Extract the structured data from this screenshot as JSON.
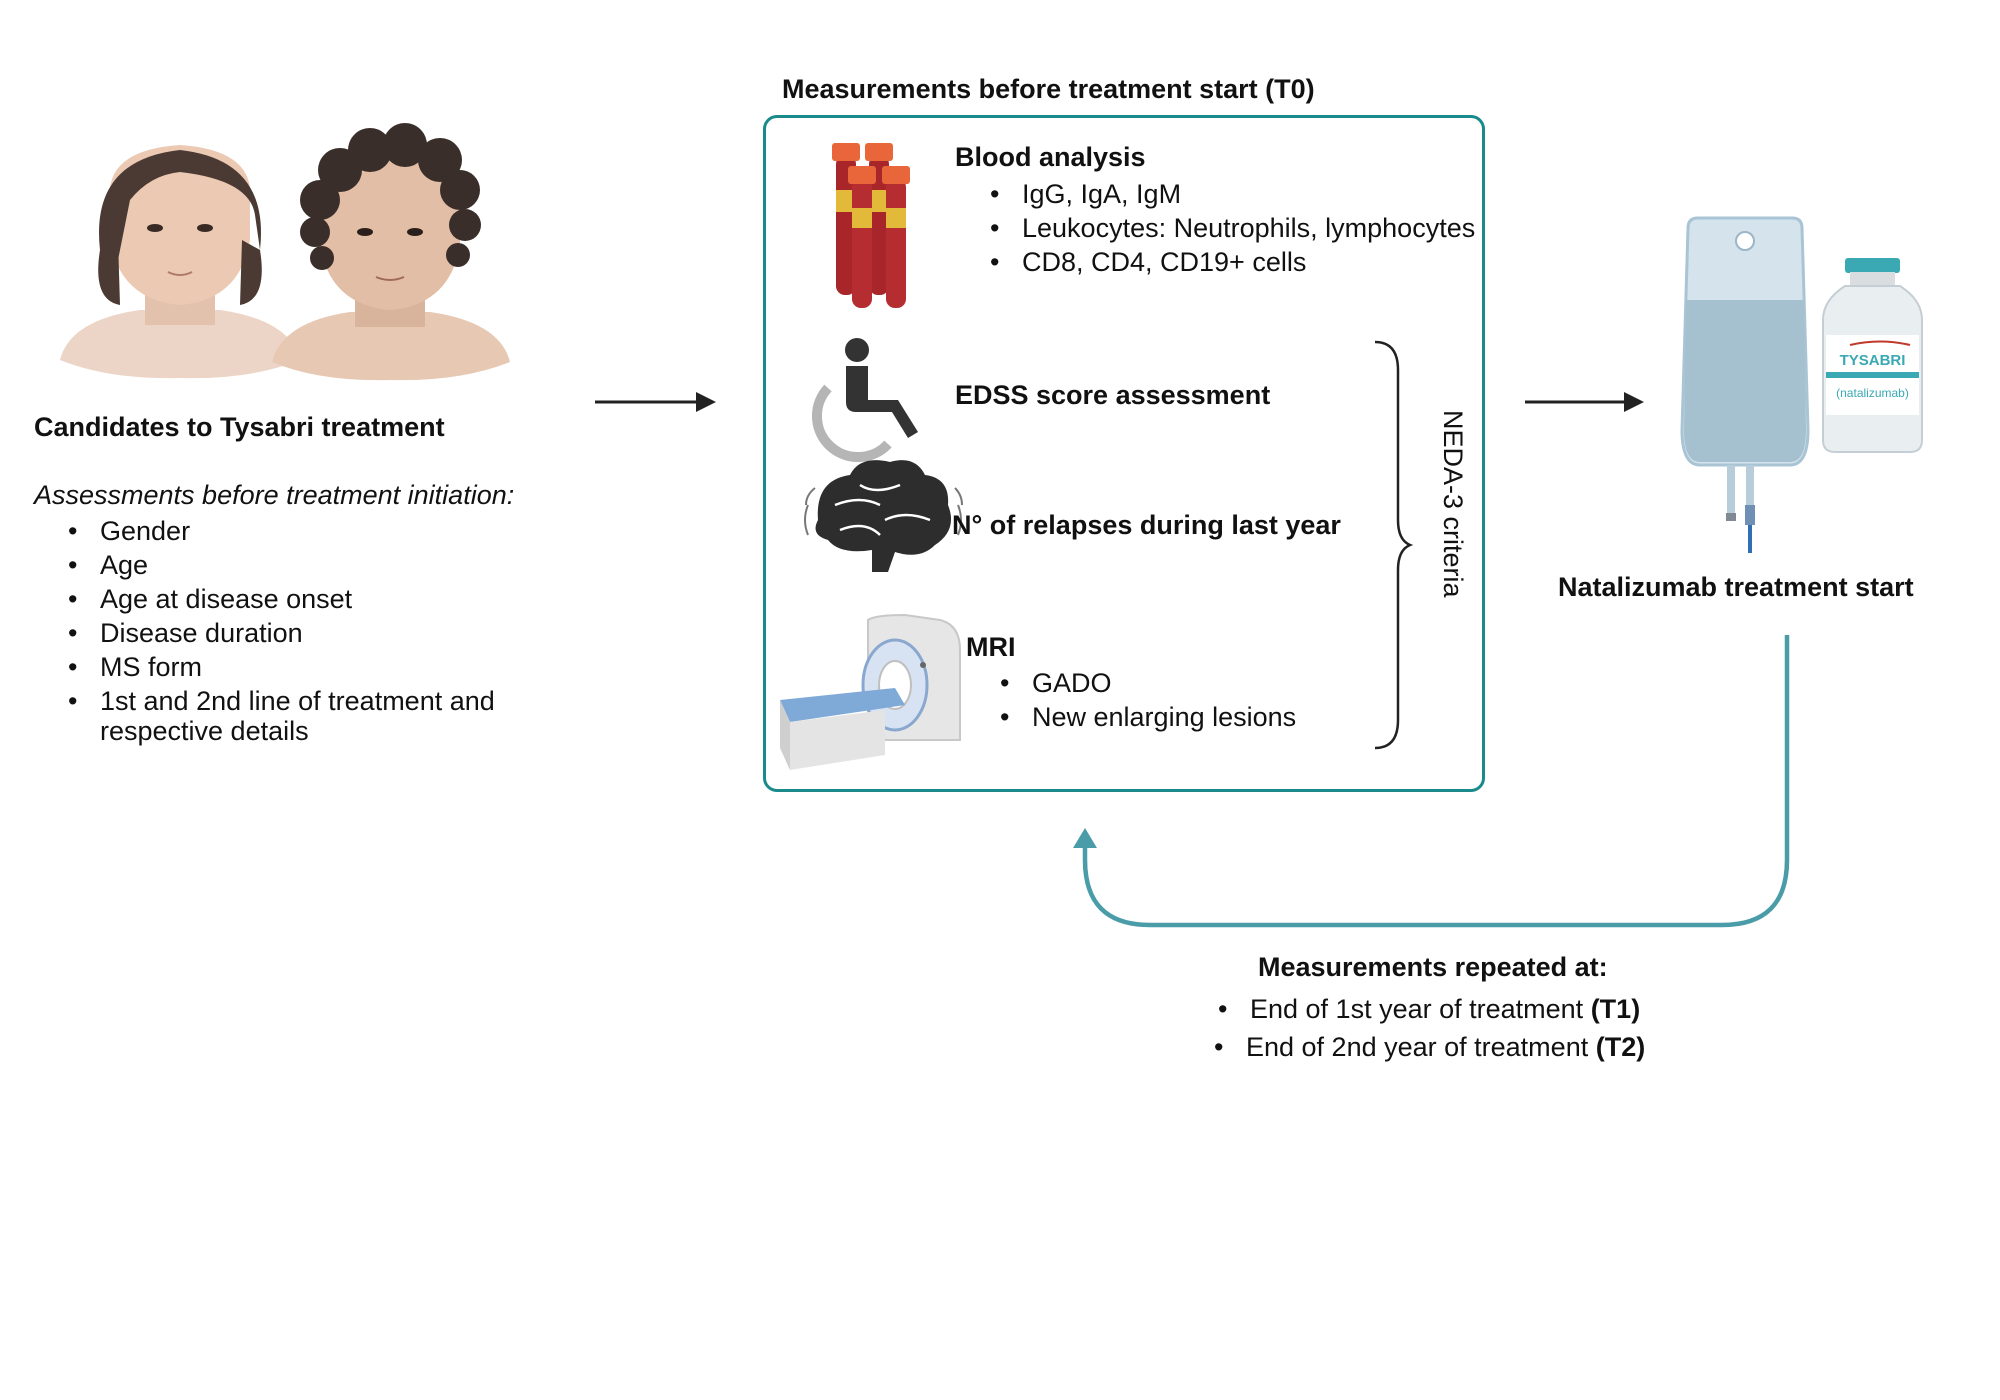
{
  "candidates": {
    "title": "Candidates to Tysabri treatment",
    "assessments_heading": "Assessments before treatment initiation:",
    "items": [
      "Gender",
      "Age",
      "Age at disease onset",
      "Disease duration",
      "MS form",
      "1st and 2nd line of treatment and",
      "respective details"
    ]
  },
  "t0": {
    "title": "Measurements before treatment start (T0)",
    "blood": {
      "title": "Blood analysis",
      "items": [
        "IgG, IgA, IgM",
        "Leukocytes: Neutrophils, lymphocytes",
        "CD8, CD4, CD19+ cells"
      ]
    },
    "edss": {
      "title": "EDSS score assessment"
    },
    "relapses": {
      "title": "N° of relapses during last year"
    },
    "mri": {
      "title": "MRI",
      "items": [
        "GADO",
        "New enlarging lesions"
      ]
    },
    "neda_label": "NEDA-3 criteria"
  },
  "treatment": {
    "title": "Natalizumab treatment start",
    "vial_brand": "TYSABRI",
    "vial_generic": "(natalizumab)"
  },
  "repeat": {
    "title": "Measurements repeated at:",
    "items": [
      {
        "text": "End of 1st year of treatment ",
        "tag": "(T1)"
      },
      {
        "text": "End of 2nd year of treatment ",
        "tag": "(T2)"
      }
    ]
  },
  "colors": {
    "teal": "#1a8a8a",
    "loop_arrow": "#4a9da8",
    "tube_red": "#a8262a",
    "tube_cap": "#e8663a"
  }
}
